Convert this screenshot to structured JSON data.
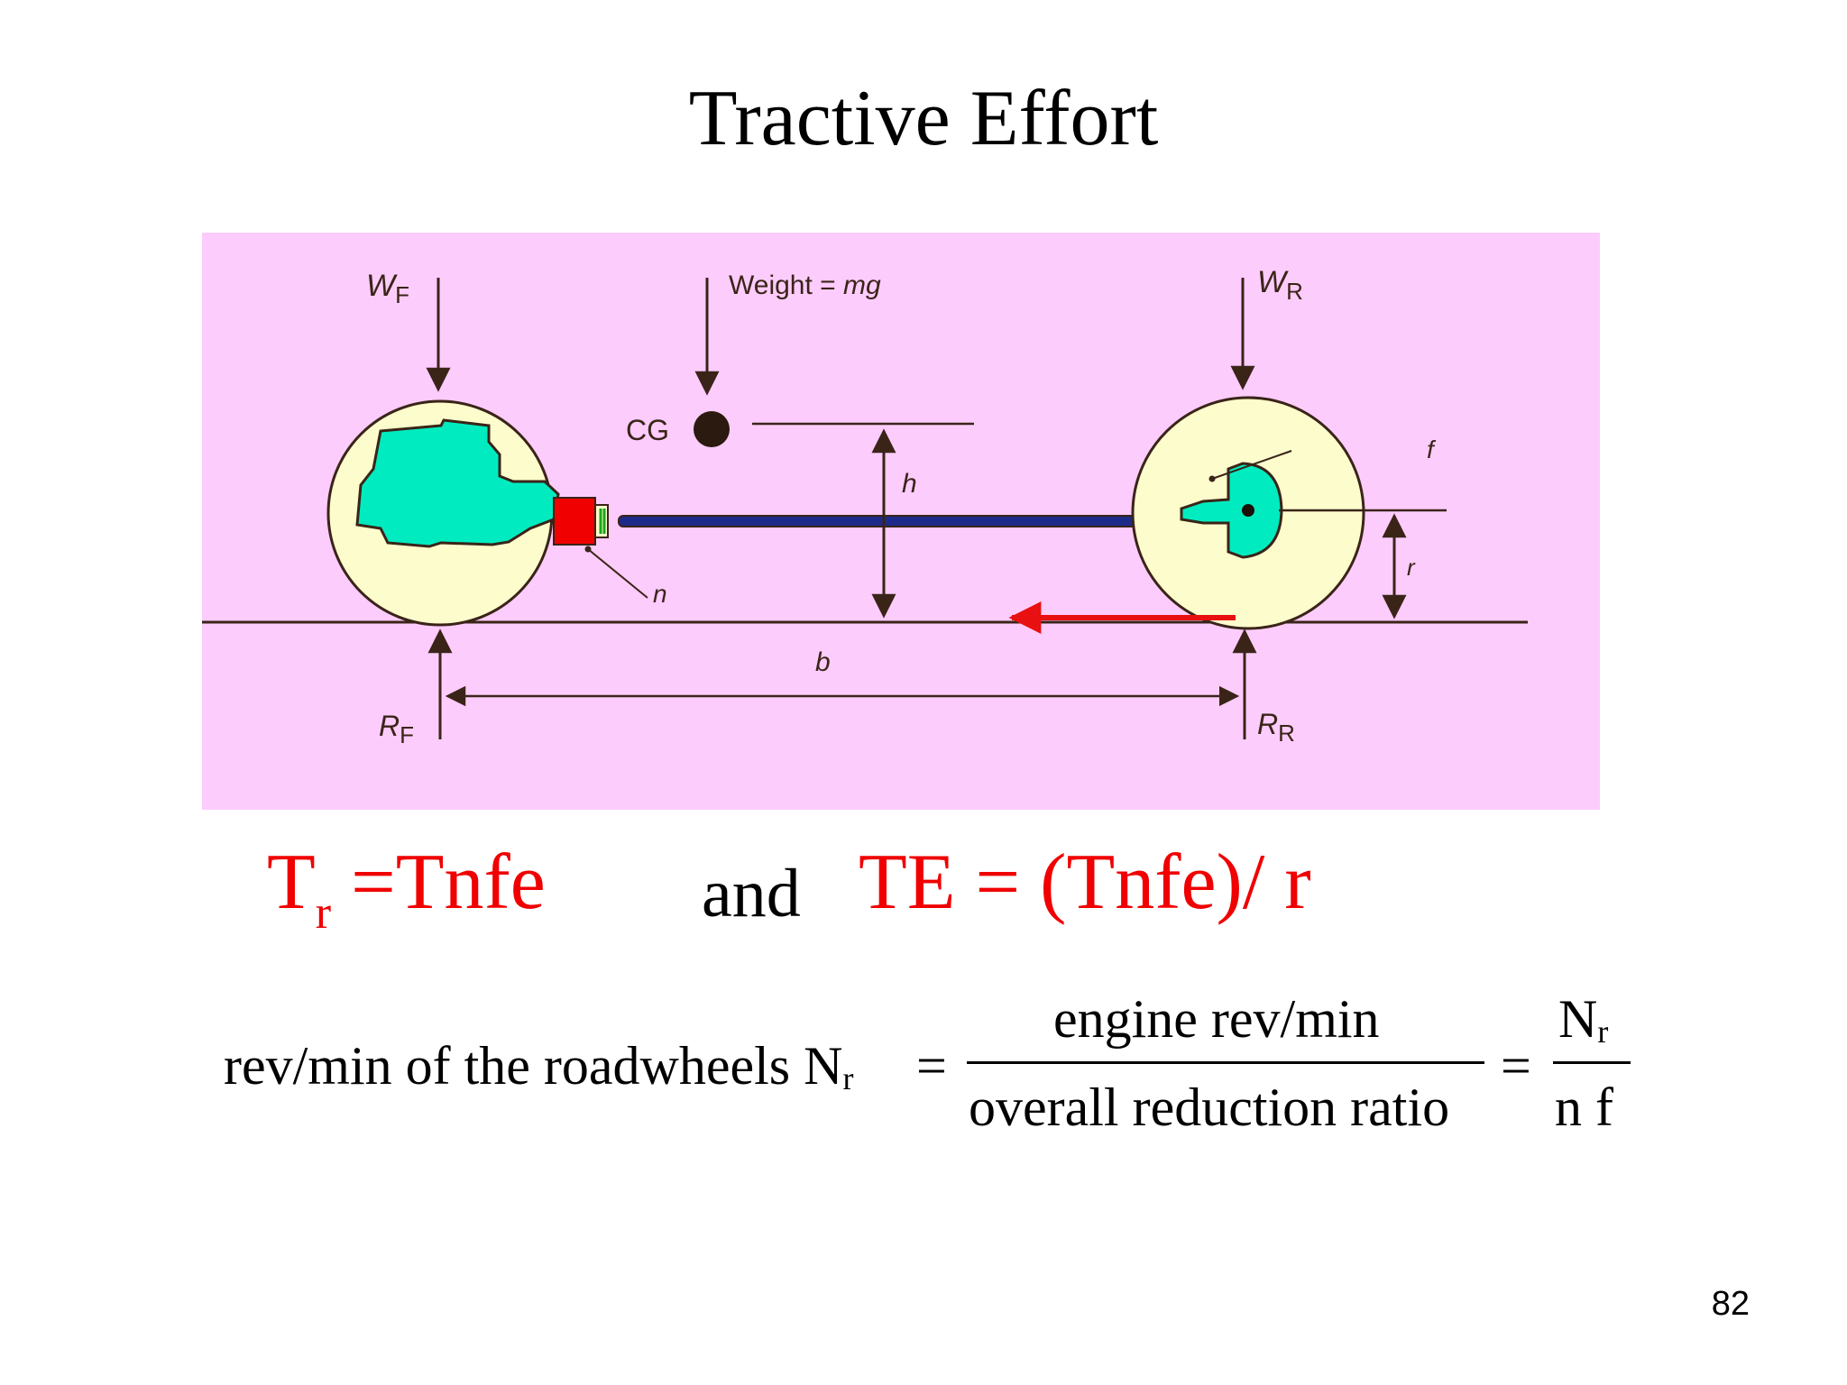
{
  "slide": {
    "title": "Tractive Effort",
    "page_number": "82"
  },
  "diagram": {
    "labels": {
      "wf": "W",
      "wf_sub": "F",
      "weight": "Weight = ",
      "weight_expr": "mg",
      "wr": "W",
      "wr_sub": "R",
      "cg": "CG",
      "f": "f",
      "h": "h",
      "r": "r",
      "n": "n",
      "b": "b",
      "rf": "R",
      "rf_sub": "F",
      "rr": "R",
      "rr_sub": "R"
    },
    "colors": {
      "background": "#fcccfc",
      "wheel": "#fcfccc",
      "engine": "#00ecc0",
      "gearbox": "#f00000",
      "shaft": "#1e2a8a",
      "tractive_arrow": "#e81010",
      "line": "#3a2418"
    }
  },
  "formulas": {
    "tr_symbol": "T",
    "tr_sub": "r",
    "tr_rhs": " =Tnfe",
    "and": "and",
    "te": "TE = (Tnfe)/ r",
    "rev_left": "rev/min of the roadwheels N",
    "rev_left_sub": "r",
    "equals": "=",
    "numerator": "engine rev/min",
    "denominator": "overall reduction ratio",
    "equals2": "=",
    "num2": "N",
    "num2_sub": "r",
    "den2": "n f"
  }
}
